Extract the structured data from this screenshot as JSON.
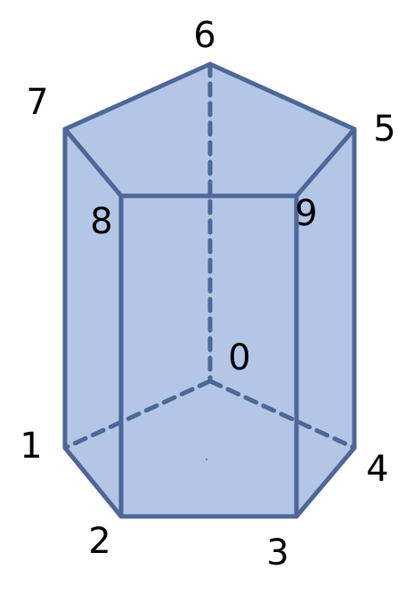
{
  "diagram": {
    "colors": {
      "fill": "#b3c6e6",
      "stroke": "#4f6796",
      "label": "#000000",
      "background": "#ffffff"
    },
    "vertices": [
      {
        "label": "0"
      },
      {
        "label": "1"
      },
      {
        "label": "2"
      },
      {
        "label": "3"
      },
      {
        "label": "4"
      },
      {
        "label": "5"
      },
      {
        "label": "6"
      },
      {
        "label": "7"
      },
      {
        "label": "8"
      },
      {
        "label": "9"
      }
    ]
  }
}
